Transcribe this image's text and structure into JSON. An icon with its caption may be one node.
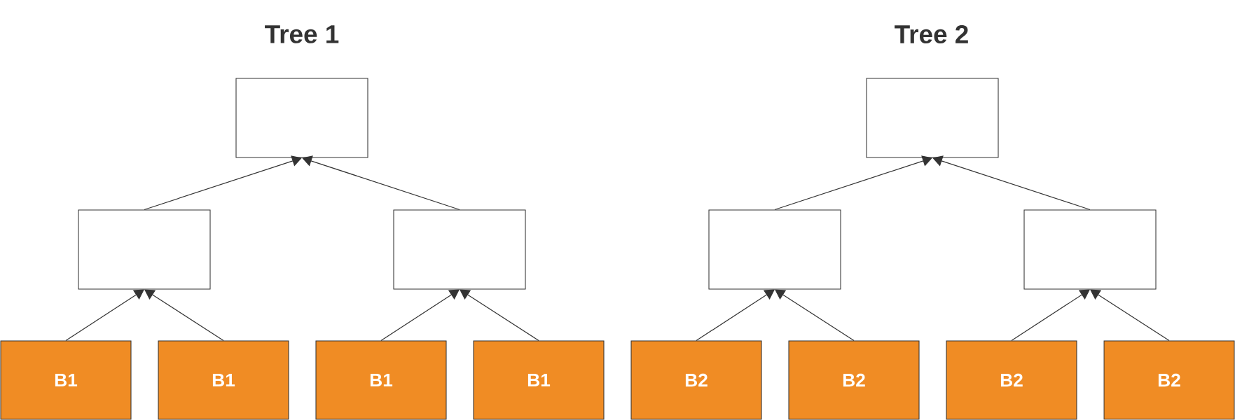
{
  "diagram": {
    "nodes": [
      {
        "text": [],
        "shape": "box"
      },
      {
        "text": [],
        "shape": "box"
      },
      {
        "text": [],
        "shape": "box"
      },
      {
        "text": [],
        "shape": "box"
      },
      {
        "text": [],
        "shape": "box"
      },
      {
        "text": [],
        "shape": "box"
      },
      {
        "text": [
          "B1"
        ]
      },
      {
        "text": [
          "B1"
        ]
      },
      {
        "text": [
          "B1"
        ]
      },
      {
        "text": [
          "B1"
        ]
      },
      {
        "text": [
          "B2"
        ]
      },
      {
        "text": [
          "B2"
        ]
      },
      {
        "text": [
          "B2"
        ]
      },
      {
        "text": [
          "B2"
        ]
      }
    ],
    "edges": [
      {
        "from": 2,
        "to": 0,
        "arrow": "to"
      },
      {
        "from": 3,
        "to": 0,
        "arrow": "to"
      },
      {
        "from": 4,
        "to": 1,
        "arrow": "to"
      },
      {
        "from": 5,
        "to": 1,
        "arrow": "to"
      },
      {
        "from": 6,
        "to": 2,
        "arrow": "to"
      },
      {
        "from": 7,
        "to": 2,
        "arrow": "to"
      },
      {
        "from": 8,
        "to": 3,
        "arrow": "to"
      },
      {
        "from": 9,
        "to": 3,
        "arrow": "to"
      },
      {
        "from": 10,
        "to": 4,
        "arrow": "to"
      },
      {
        "from": 11,
        "to": 4,
        "arrow": "to"
      },
      {
        "from": 12,
        "to": 5,
        "arrow": "to"
      },
      {
        "from": 13,
        "to": 5,
        "arrow": "to"
      }
    ],
    "labels": [
      "Tree 1",
      "Tree 2"
    ]
  }
}
